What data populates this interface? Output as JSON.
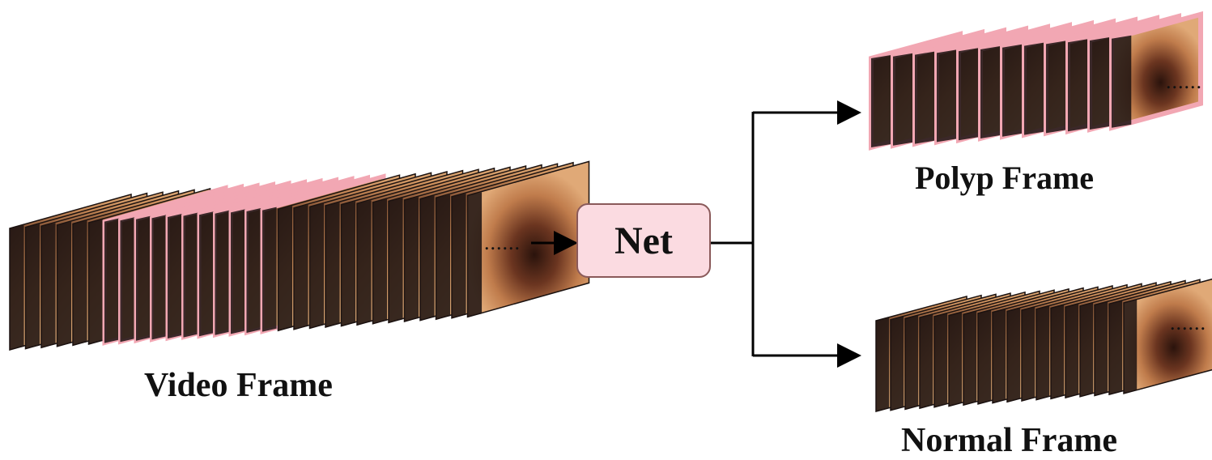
{
  "labels": {
    "video": "Video Frame",
    "net": "Net",
    "polyp": "Polyp Frame",
    "normal": "Normal Frame",
    "ellipsis": "......"
  },
  "colors": {
    "polyp_border": "#f2a7b3",
    "net_fill": "#fbdbe1",
    "net_border": "#8a5a5a",
    "arrow": "#000000",
    "frame_dark": "#1b1210"
  },
  "stacks": {
    "video": {
      "frame_count": 30,
      "highlighted_range": [
        6,
        16
      ]
    },
    "polyp": {
      "frame_count": 12,
      "highlighted_range": [
        0,
        11
      ]
    },
    "normal": {
      "frame_count": 18,
      "highlighted_range": []
    }
  }
}
